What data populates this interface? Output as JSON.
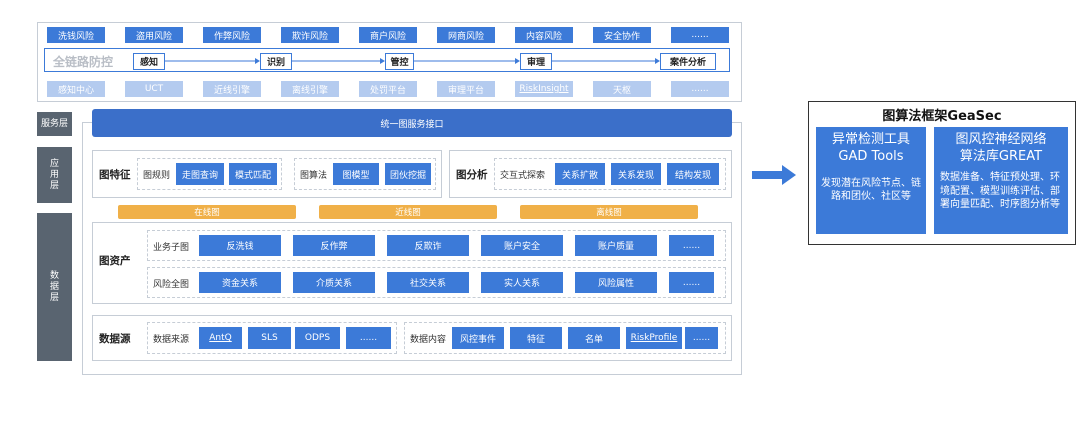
{
  "top": {
    "risk_types": [
      "洗钱风险",
      "盗用风险",
      "作弊风险",
      "欺诈风险",
      "商户风险",
      "网商风险",
      "内容风险",
      "安全协作",
      "......"
    ],
    "chain_label": "全链路防控",
    "stages": [
      "感知",
      "识别",
      "管控",
      "审理",
      "案件分析"
    ],
    "platforms": [
      "感知中心",
      "UCT",
      "近线引擎",
      "离线引擎",
      "处罚平台",
      "审理平台",
      "RiskInsight",
      "天枢",
      "......"
    ]
  },
  "layers": {
    "service": "服务层",
    "app": "应\n用\n层",
    "data": "数\n据\n层"
  },
  "service_bar": "统一图服务接口",
  "graph_feature": {
    "title": "图特征",
    "rule_label": "图规则",
    "rule_items": [
      "走图查询",
      "模式匹配"
    ],
    "algo_label": "图算法",
    "algo_items": [
      "图模型",
      "团伙挖掘"
    ]
  },
  "graph_analysis": {
    "title": "图分析",
    "label": "交互式探索",
    "items": [
      "关系扩散",
      "关系发现",
      "结构发现"
    ]
  },
  "graph_modes": [
    "在线图",
    "近线图",
    "离线图"
  ],
  "graph_assets": {
    "title": "图资产",
    "biz_label": "业务子图",
    "biz_items": [
      "反洗钱",
      "反作弊",
      "反欺诈",
      "账户安全",
      "账户质量",
      "......"
    ],
    "risk_label": "风险全图",
    "risk_items": [
      "资金关系",
      "介质关系",
      "社交关系",
      "实人关系",
      "风险属性",
      "......"
    ]
  },
  "data_source": {
    "title": "数据源",
    "src_label": "数据来源",
    "src_items": [
      "AntQ",
      "SLS",
      "ODPS",
      "......"
    ],
    "content_label": "数据内容",
    "content_items": [
      "风控事件",
      "特征",
      "名单",
      "RiskProfile",
      "......"
    ]
  },
  "framework": {
    "title": "图算法框架GeaSec",
    "left_title": "异常检测工具\nGAD Tools",
    "left_desc": "发现潜在风险节点、链路和团伙、社区等",
    "right_title": "图风控神经网络\n算法库GREAT",
    "right_desc": "数据准备、特征预处理、环境配置、模型训练评估、部署向量匹配、时序图分析等"
  },
  "colors": {
    "primary": "#3c7ad8",
    "light": "#b4cbef",
    "orange": "#f0b048",
    "side": "#596470"
  }
}
